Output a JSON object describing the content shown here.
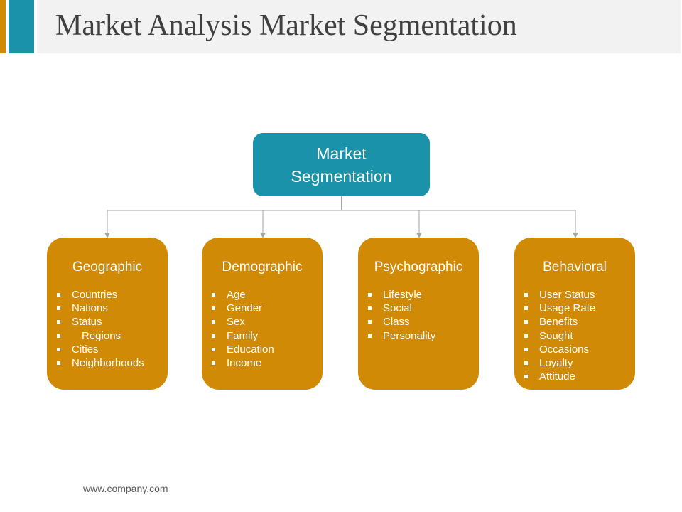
{
  "title": "Market Analysis Market Segmentation",
  "colors": {
    "teal": "#1a93aa",
    "orange": "#d08a06",
    "connector": "#a6a6a6",
    "title_bar": "#f2f2f2"
  },
  "diagram": {
    "root": {
      "label": "Market Segmentation"
    },
    "segments": [
      {
        "title": "Geographic",
        "items": [
          "Countries",
          "Nations",
          "Status",
          "Regions",
          "Cities",
          "Neighborhoods"
        ]
      },
      {
        "title": "Demographic",
        "items": [
          "Age",
          "Gender",
          "Sex",
          "Family",
          "Education",
          "Income"
        ]
      },
      {
        "title": "Psychographic",
        "items": [
          "Lifestyle",
          "Social",
          "Class",
          "Personality"
        ]
      },
      {
        "title": "Behavioral",
        "items": [
          "User Status",
          "Usage Rate",
          "Benefits",
          "Sought",
          "Occasions",
          "Loyalty",
          "Attitude"
        ]
      }
    ]
  },
  "footer": {
    "url": "www.company.com"
  }
}
